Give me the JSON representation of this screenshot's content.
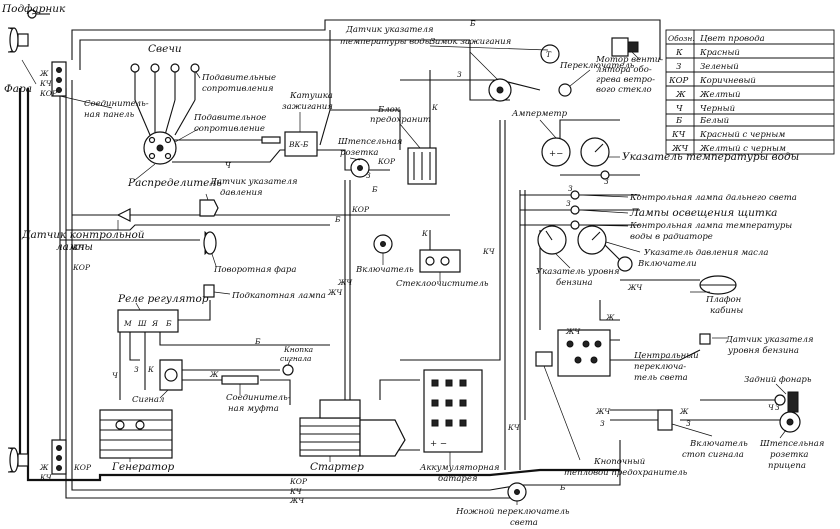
{
  "labels": {
    "podfarnik": "Подфарник",
    "fara": "Фара",
    "soed_panel_1": "Соединитель-",
    "soed_panel_2": "ная панель",
    "svechi": "Свечи",
    "podav_1": "Подавительные",
    "podav_2": "сопротивления",
    "podav_single_1": "Подавительное",
    "podav_single_2": "сопротивление",
    "katushka_1": "Катушка",
    "katushka_2": "зажигания",
    "raspredelitel": "Распределитель",
    "blok_1": "Блок",
    "blok_2": "предохранит",
    "shtep_1": "Штепсельная",
    "shtep_2": "розетка",
    "datchik_temp_1": "Датчик указателя",
    "datchik_temp_2": "температуры воды",
    "zamok": "Замок зажигания",
    "pereklyuch": "Переключатель",
    "motor_1": "Мотор венти-",
    "motor_2": "лятора обо-",
    "motor_3": "грева ветро-",
    "motor_4": "вого стекло",
    "ampermetr": "Амперметр",
    "ukaz_temp": "Указатель температуры воды",
    "datchik_davl_1": "Датчик указателя",
    "datchik_davl_2": "давления",
    "datchik_lamp_1": "Датчик контрольной",
    "datchik_lamp_2": "лампы",
    "kontr_dalnego": "Контрольная лампа дальнего света",
    "lampy_schitka": "Лампы освещения щитка",
    "kontr_temp_1": "Контрольная лампа температуры",
    "kontr_temp_2": "воды в радиаторе",
    "ukaz_davl": "Указатель давления масла",
    "povorot": "Поворотная фара",
    "vklyuchatel": "Включатель",
    "ukaz_urovnya_1": "Указатель уровня",
    "ukaz_urovnya_2": "бензина",
    "vklyuchateli": "Включатели",
    "plafon_1": "Плафон",
    "plafon_2": "кабины",
    "rele": "Реле регулятор",
    "rele_terms": [
      "М",
      "Ш",
      "Я",
      "Б"
    ],
    "podkap": "Подкапотная лампа",
    "steklo": "Стеклоочиститель",
    "knopka_1": "Кнопка",
    "knopka_2": "сигнала",
    "signal": "Сигнал",
    "soed_mufta_1": "Соединитель-",
    "soed_mufta_2": "ная муфта",
    "generator": "Генератор",
    "starter": "Стартер",
    "akkum_1": "Аккумуляторная",
    "akkum_2": "батарея",
    "knopoch_1": "Кнопочный",
    "knopoch_2": "тепловой предохранитель",
    "central_1": "Центральный",
    "central_2": "переключа-",
    "central_3": "тель света",
    "datchik_benz_1": "Датчик указателя",
    "datchik_benz_2": "уровня бензина",
    "zadn_1": "Задний фонарь",
    "vkl_stop_1": "Включатель",
    "vkl_stop_2": "стоп сигнала",
    "shtep_pric_1": "Штепсельная",
    "shtep_pric_2": "розетка",
    "shtep_pric_3": "прицепа",
    "nozhn_1": "Ножной переключатель",
    "nozhn_2": "света"
  },
  "wire_marks": {
    "b": "Б",
    "z": "З",
    "k": "К",
    "ch": "Ч",
    "kor": "КОР",
    "zh": "Ж",
    "kch": "КЧ",
    "zhch": "ЖЧ"
  },
  "legend": {
    "header_code": "Обозн.",
    "header_color": "Цвет провода",
    "rows": [
      {
        "code": "К",
        "color": "Красный"
      },
      {
        "code": "З",
        "color": "Зеленый"
      },
      {
        "code": "КОР",
        "color": "Коричневый"
      },
      {
        "code": "Ж",
        "color": "Желтый"
      },
      {
        "code": "Ч",
        "color": "Черный"
      },
      {
        "code": "Б",
        "color": "Белый"
      },
      {
        "code": "КЧ",
        "color": "Красный с черным"
      },
      {
        "code": "ЖЧ",
        "color": "Желтый с черным"
      }
    ]
  }
}
